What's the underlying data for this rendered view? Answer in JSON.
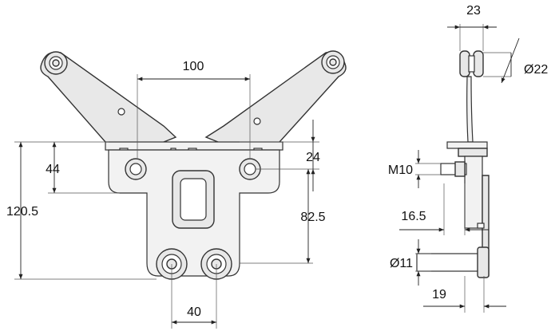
{
  "dimensions": {
    "d100": "100",
    "d24": "24",
    "d44": "44",
    "d120_5": "120.5",
    "d82_5": "82.5",
    "d40": "40",
    "d23": "23",
    "dia22": "Ø22",
    "m10": "M10",
    "d16_5": "16.5",
    "dia11": "Ø11",
    "d19": "19"
  },
  "colors": {
    "part_fill": "#e8e8e8",
    "outline": "#333333",
    "dimension_line": "#222222"
  }
}
